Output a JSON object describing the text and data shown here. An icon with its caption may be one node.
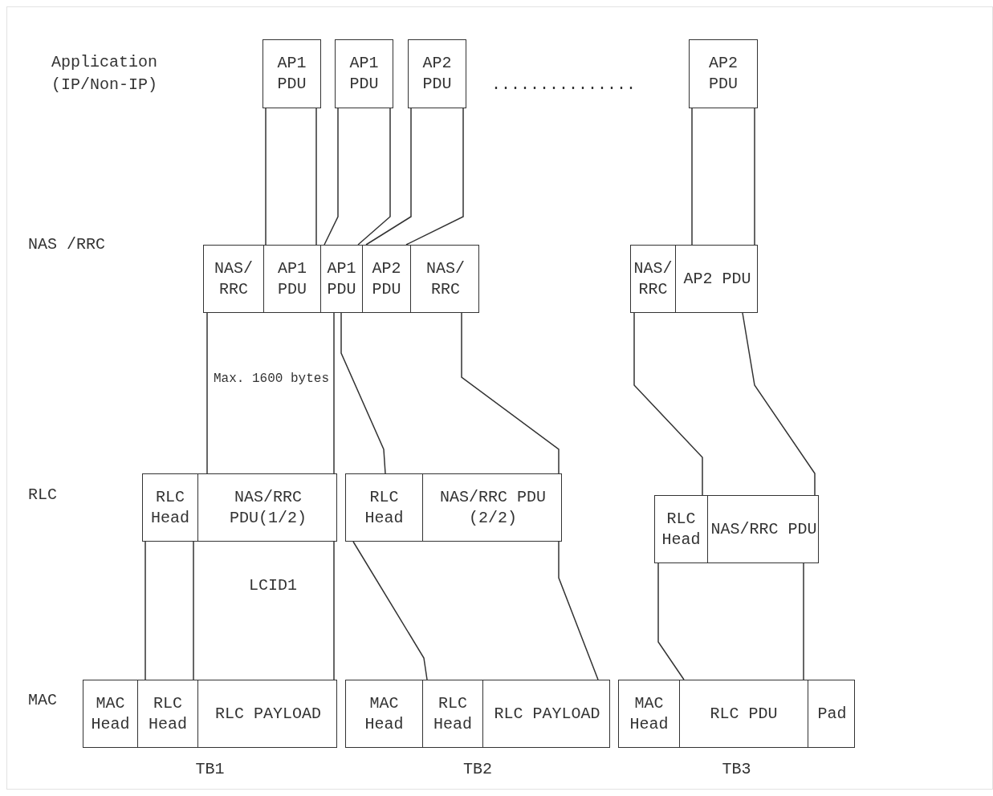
{
  "diagram": {
    "nodes": [
      {
        "text": [
          "AP1 PDU"
        ]
      },
      {
        "text": [
          "AP1 PDU"
        ]
      },
      {
        "text": [
          "AP2 PDU"
        ]
      },
      {
        "text": [
          "AP2 PDU"
        ]
      },
      {
        "text": [],
        "shape": "box"
      },
      {
        "text": [
          "NAS/ RRC"
        ],
        "in": 4
      },
      {
        "text": [
          "AP1 PDU"
        ],
        "in": 4
      },
      {
        "text": [
          "AP1 PDU"
        ],
        "in": 4
      },
      {
        "text": [
          "AP2 PDU"
        ],
        "in": 4
      },
      {
        "text": [
          "NAS/ RRC"
        ],
        "in": 4
      },
      {
        "text": [],
        "shape": "box"
      },
      {
        "text": [
          "NAS/ RRC"
        ],
        "in": 10
      },
      {
        "text": [
          "AP2 PDU"
        ],
        "in": 10
      },
      {
        "text": [],
        "shape": "box"
      },
      {
        "text": [
          "RLC Head"
        ],
        "in": 13
      },
      {
        "text": [
          "NAS/RRC PDU(1/2)"
        ],
        "in": 13
      },
      {
        "text": [],
        "shape": "box"
      },
      {
        "text": [
          "RLC Head"
        ],
        "in": 16
      },
      {
        "text": [
          "NAS/RRC PDU (2/2)"
        ],
        "in": 16
      },
      {
        "text": [],
        "shape": "box"
      },
      {
        "text": [
          "RLC Head"
        ],
        "in": 19
      },
      {
        "text": [
          "NAS/RRC PDU"
        ],
        "in": 19
      },
      {
        "text": [],
        "shape": "box",
        "beside": [
          "TB1"
        ]
      },
      {
        "text": [
          "MAC Head"
        ],
        "in": 22
      },
      {
        "text": [
          "RLC Head"
        ],
        "in": 22
      },
      {
        "text": [
          "RLC PAYLOAD"
        ],
        "in": 22
      },
      {
        "text": [],
        "shape": "box",
        "beside": [
          "TB2"
        ]
      },
      {
        "text": [
          "MAC Head"
        ],
        "in": 26
      },
      {
        "text": [
          "RLC Head"
        ],
        "in": 26
      },
      {
        "text": [
          "RLC PAYLOAD"
        ],
        "in": 26
      },
      {
        "text": [],
        "shape": "box",
        "beside": [
          "TB3"
        ]
      },
      {
        "text": [
          "MAC Head"
        ],
        "in": 30
      },
      {
        "text": [
          "RLC PDU"
        ],
        "in": 30
      },
      {
        "text": [
          "Pad"
        ],
        "in": 30
      }
    ],
    "edges": [
      {
        "from": 0,
        "to": 6,
        "arrow": "none"
      },
      {
        "from": 0,
        "to": 6,
        "arrow": "none"
      },
      {
        "from": 1,
        "to": 7,
        "arrow": "none"
      },
      {
        "from": 1,
        "to": 7,
        "arrow": "none"
      },
      {
        "from": 2,
        "to": 8,
        "arrow": "none"
      },
      {
        "from": 2,
        "to": 8,
        "arrow": "none"
      },
      {
        "from": 3,
        "to": 12,
        "arrow": "none"
      },
      {
        "from": 3,
        "to": 12,
        "arrow": "none"
      },
      {
        "from": 5,
        "to": 15,
        "arrow": "none"
      },
      {
        "from": 7,
        "to": 15,
        "arrow": "none"
      },
      {
        "from": 7,
        "to": 17,
        "arrow": "none"
      },
      {
        "from": 9,
        "to": 18,
        "arrow": "none"
      },
      {
        "from": 11,
        "to": 20,
        "arrow": "none"
      },
      {
        "from": 12,
        "to": 21,
        "arrow": "none"
      },
      {
        "from": 14,
        "to": 24,
        "arrow": "none"
      },
      {
        "from": 14,
        "to": 24,
        "arrow": "none"
      },
      {
        "from": 15,
        "to": 25,
        "arrow": "none"
      },
      {
        "from": 17,
        "to": 28,
        "arrow": "none"
      },
      {
        "from": 18,
        "to": 29,
        "arrow": "none"
      },
      {
        "from": 20,
        "to": 32,
        "arrow": "none"
      },
      {
        "from": 21,
        "to": 32,
        "arrow": "none"
      }
    ],
    "labels": [
      "Application (IP/Non-IP)",
      "...............",
      "NAS /RRC",
      "Max. 1600 bytes",
      "RLC",
      "LCID1",
      "MAC"
    ]
  }
}
